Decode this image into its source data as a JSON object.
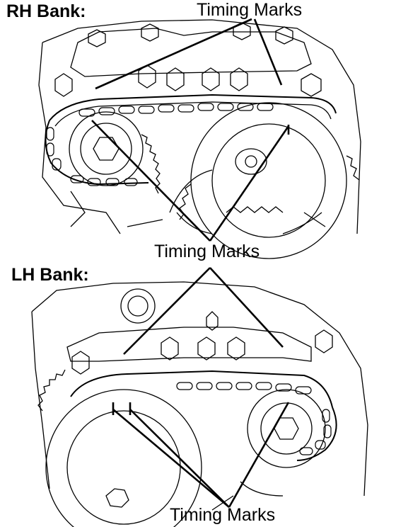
{
  "rh_bank": {
    "label": "RH Bank:",
    "top_callout": "Timing Marks",
    "bottom_callout": "Timing Marks"
  },
  "lh_bank": {
    "label": "LH Bank:",
    "bottom_callout": "Timing Marks"
  },
  "colors": {
    "ink": "#000000",
    "paper": "#ffffff"
  }
}
